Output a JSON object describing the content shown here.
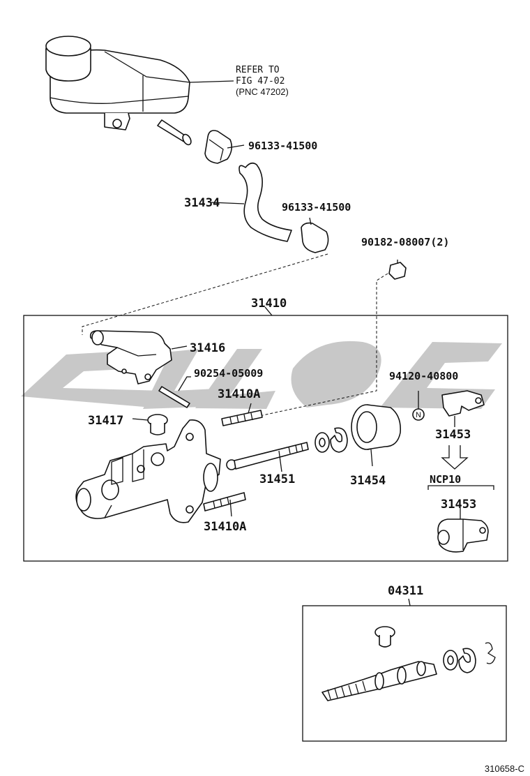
{
  "callouts": {
    "refer_to_line1": "REFER TO",
    "refer_to_line2": "FIG 47-02",
    "refer_to_line3": "(PNC 47202)",
    "clamp_upper": "96133-41500",
    "hose": "31434",
    "clamp_lower": "96133-41500",
    "nut": "90182-08007(2)",
    "cylinder_assy": "31410",
    "inlet_union": "31416",
    "pin": "90254-05009",
    "stud_upper": "31410A",
    "plug": "31417",
    "n_symbol_part": "94120-40800",
    "n_symbol": "N",
    "clevis_upper": "31453",
    "push_rod": "31451",
    "boot": "31454",
    "variant_label": "NCP10",
    "clevis_lower": "31453",
    "stud_lower": "31410A",
    "repair_kit": "04311"
  },
  "figure_id": "310658-C",
  "watermark": {
    "description_color": "#c8c8c8"
  },
  "colors": {
    "line": "#111111",
    "background": "#ffffff",
    "watermark": "#c8c8c8"
  }
}
